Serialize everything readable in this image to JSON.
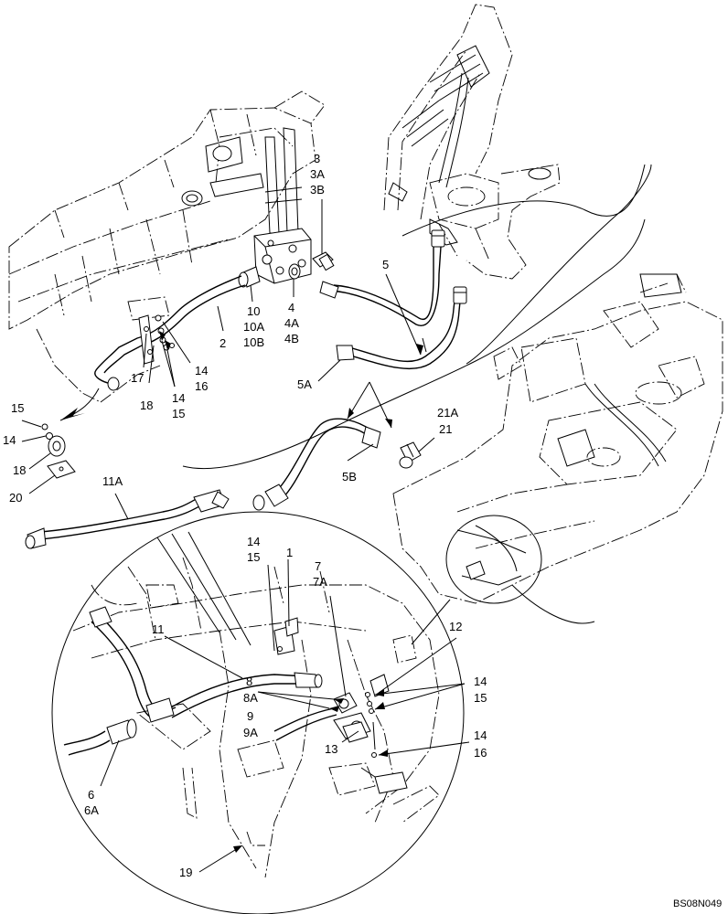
{
  "labels": {
    "l3": "3",
    "l3a": "3A",
    "l3b": "3B",
    "l5": "5",
    "l4": "4",
    "l4a": "4A",
    "l4b": "4B",
    "l10": "10",
    "l10a": "10A",
    "l10b": "10B",
    "l2": "2",
    "l14a": "14",
    "l16a": "16",
    "l17": "17",
    "l18a": "18",
    "l14b": "14",
    "l15a": "15",
    "l5a": "5A",
    "l15b": "15",
    "l14c": "14",
    "l18b": "18",
    "l20": "20",
    "l21a": "21A",
    "l21": "21",
    "l5b": "5B",
    "l11a": "11A",
    "l14d": "14",
    "l15c": "15",
    "l1": "1",
    "l7": "7",
    "l7a": "7A",
    "l11": "11",
    "l12": "12",
    "l8": "8",
    "l8a": "8A",
    "l9": "9",
    "l9a": "9A",
    "l14e": "14",
    "l15d": "15",
    "l13": "13",
    "l14f": "14",
    "l16b": "16",
    "l6": "6",
    "l6a": "6A",
    "l19": "19"
  },
  "doc_id": "BS08N049"
}
